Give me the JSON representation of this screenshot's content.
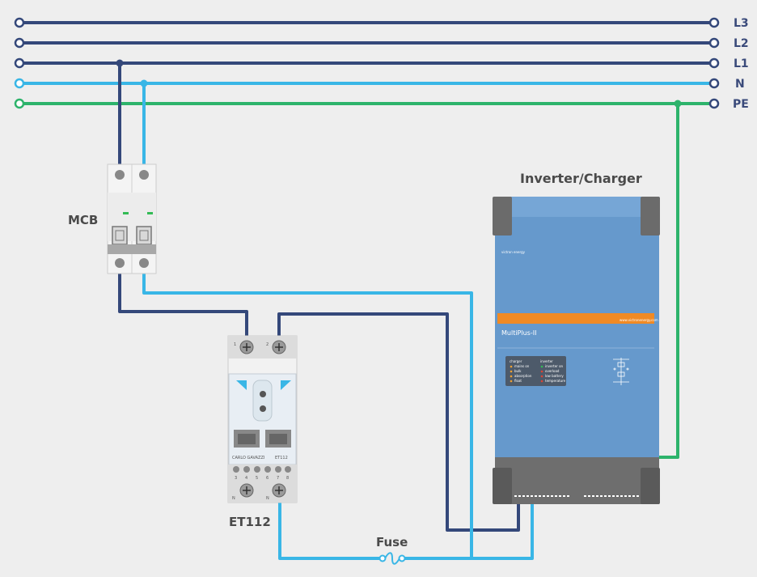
{
  "colors": {
    "phase": "#34487a",
    "neutral": "#39b6e6",
    "earth": "#2db36b",
    "inverter_body": "#6699cc",
    "inverter_stripe": "#f08a24"
  },
  "buses": [
    {
      "label": "L3",
      "color": "#34487a"
    },
    {
      "label": "L2",
      "color": "#34487a"
    },
    {
      "label": "L1",
      "color": "#34487a"
    },
    {
      "label": "N",
      "color": "#39b6e6"
    },
    {
      "label": "PE",
      "color": "#2db36b"
    }
  ],
  "labels": {
    "mcb": "MCB",
    "meter": "ET112",
    "fuse": "Fuse",
    "inverter": "Inverter/Charger"
  },
  "meter": {
    "terminals_top": [
      "1",
      "2"
    ],
    "terminals_bottom": [
      "3",
      "4",
      "5",
      "6",
      "7",
      "8"
    ],
    "n_left": "N",
    "n_right": "N",
    "model": "ET112",
    "brand": "CARLO GAVAZZI"
  },
  "inverter": {
    "brand": "victron energy",
    "model": "MultiPlus-II",
    "website": "www.victronenergy.com",
    "charger_title": "charger",
    "inverter_title": "inverter",
    "charger_items": [
      "mains on",
      "bulk",
      "absorption",
      "float"
    ],
    "inverter_items": [
      "inverter on",
      "overload",
      "low battery",
      "temperature"
    ]
  }
}
